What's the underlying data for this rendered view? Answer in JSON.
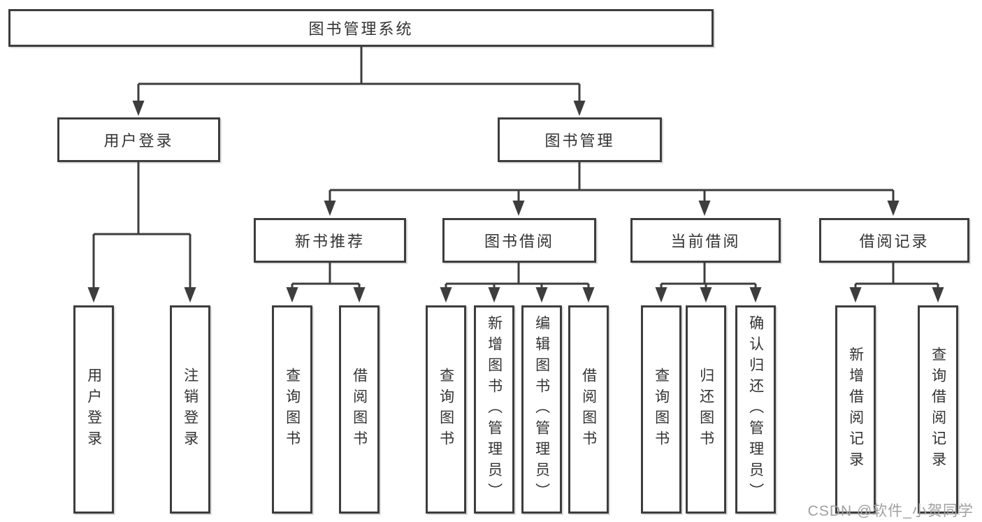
{
  "diagram": {
    "type": "hierarchy-tree",
    "orientation": "top-down",
    "tree": {
      "root": {
        "label": "图书管理系统"
      },
      "branches": [
        {
          "label": "用户登录",
          "children": [
            {
              "label": "用户登录"
            },
            {
              "label": "注销登录"
            }
          ]
        },
        {
          "label": "图书管理",
          "children": [
            {
              "label": "新书推荐",
              "children": [
                {
                  "label": "查询图书"
                },
                {
                  "label": "借阅图书"
                }
              ]
            },
            {
              "label": "图书借阅",
              "children": [
                {
                  "label": "查询图书"
                },
                {
                  "label": "新增图书（管理员）"
                },
                {
                  "label": "编辑图书（管理员）"
                },
                {
                  "label": "借阅图书"
                }
              ]
            },
            {
              "label": "当前借阅",
              "children": [
                {
                  "label": "查询图书"
                },
                {
                  "label": "归还图书"
                },
                {
                  "label": "确认归还（管理员）"
                }
              ]
            },
            {
              "label": "借阅记录",
              "children": [
                {
                  "label": "新增借阅记录"
                },
                {
                  "label": "查询借阅记录"
                }
              ]
            }
          ]
        }
      ]
    }
  },
  "watermark": {
    "text": "CSDN @软件_小贺同学"
  },
  "colors": {
    "line": "#3d3d3d",
    "box_border": "#3d3d3d",
    "text": "#333333",
    "watermark": "#a0a0a0",
    "background": "#ffffff"
  }
}
